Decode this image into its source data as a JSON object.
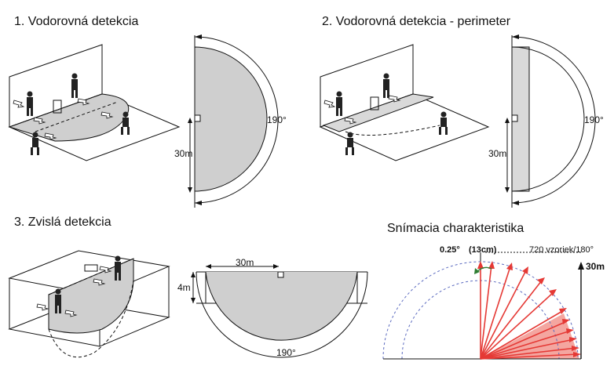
{
  "sections": {
    "s1": {
      "title": "1. Vodorovná detekcia",
      "range": "30m",
      "angle": "190°"
    },
    "s2": {
      "title": "2. Vodorovná detekcia - perimeter",
      "range": "30m",
      "angle": "190°"
    },
    "s3": {
      "title": "3. Zvislá detekcia",
      "width": "30m",
      "height": "4m",
      "angle": "190°"
    },
    "s4": {
      "title": "Snímacia charakteristika",
      "resolution": "0.25°",
      "resolution_cm": "(13cm)",
      "samples": "720 vzoriek/180°",
      "range": "30m"
    }
  },
  "colors": {
    "zone_fill": "#cfcfcf",
    "perimeter_fill": "#d9d9d9",
    "outline": "#111111",
    "beam_red": "#e53935",
    "beam_fill": "#f4a6a0",
    "dashed_ring": "#5c6bc0",
    "green_arrow": "#2e7d32"
  }
}
